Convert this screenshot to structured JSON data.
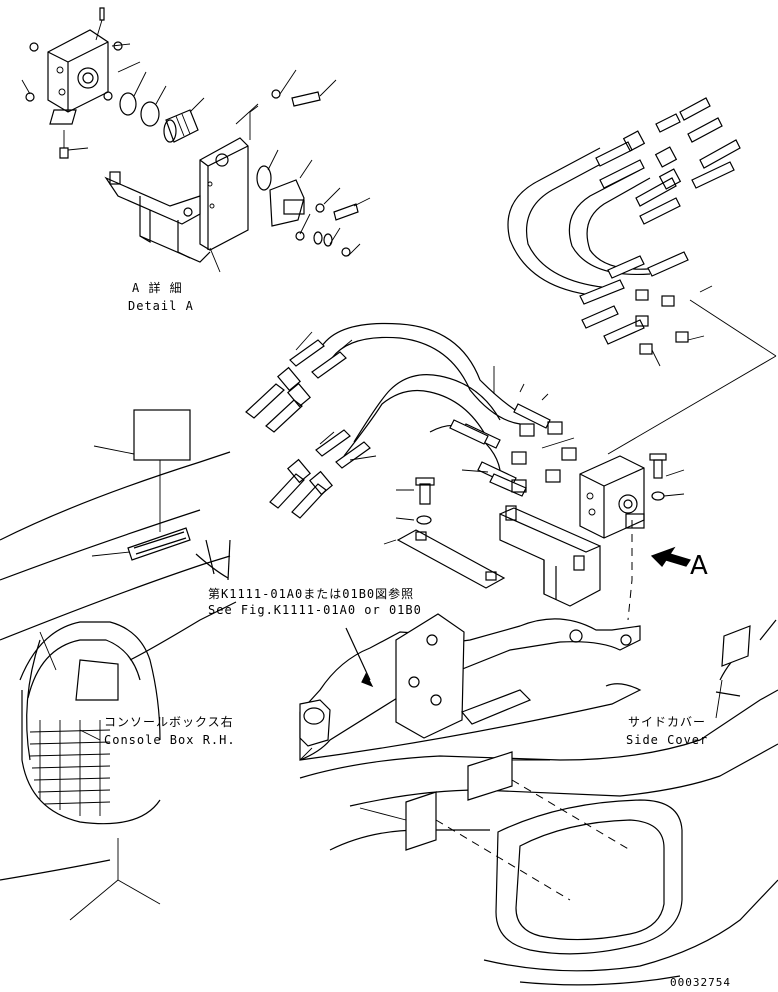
{
  "labels": {
    "detail_a_jp": "A 詳 細",
    "detail_a_en": "Detail A",
    "ref_jp": "第K1111-01A0または01B0図参照",
    "ref_en": "See Fig.K1111-01A0 or 01B0",
    "console_jp": "コンソールボックス右",
    "console_en": "Console Box R.H.",
    "side_jp": "サイドカバー",
    "side_en": "Side Cover",
    "view_arrow": "A",
    "drawing_number": "00032754"
  }
}
